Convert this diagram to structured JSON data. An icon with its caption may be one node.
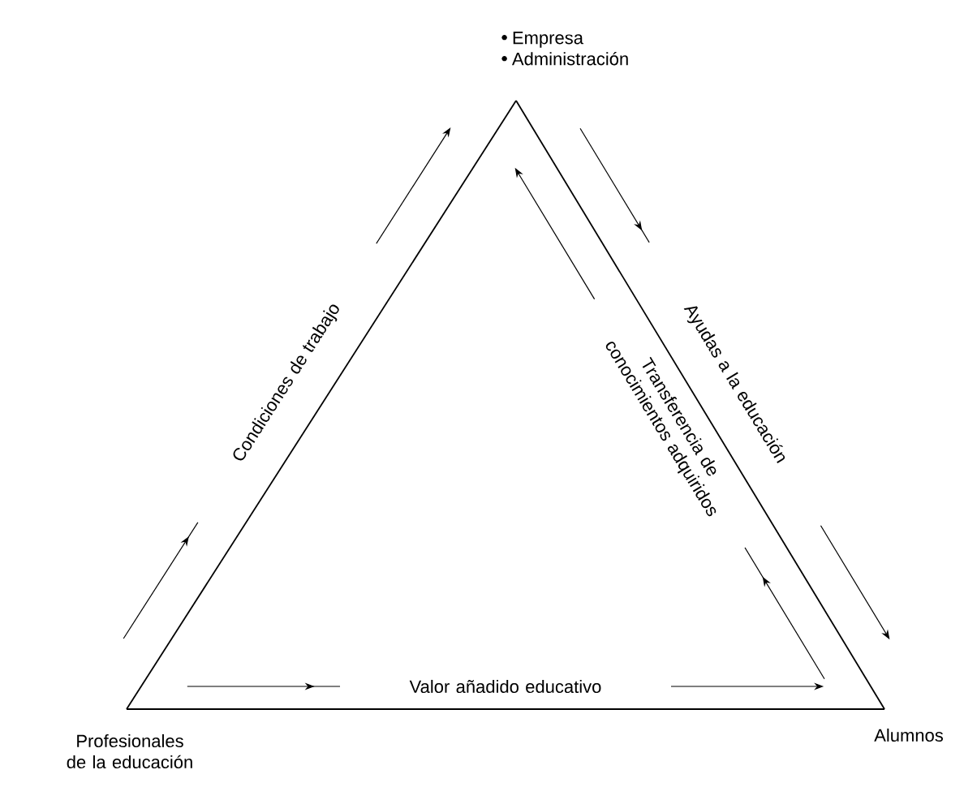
{
  "diagram": {
    "nodes": [
      {
        "text": [
          "Empresa",
          "Administración"
        ]
      },
      {
        "text": [
          "Profesionales de la educación"
        ]
      },
      {
        "text": [
          "Alumnos"
        ]
      }
    ],
    "edges": [
      {
        "from": 1,
        "to": 0,
        "arrow": "none"
      },
      {
        "from": 0,
        "to": 2,
        "arrow": "none"
      },
      {
        "from": 1,
        "to": 2,
        "arrow": "none"
      },
      {
        "from": 1,
        "to": 0,
        "arrow": "to",
        "label": "Condiciones de trabajo"
      },
      {
        "from": 0,
        "to": 2,
        "arrow": "to",
        "label": "Ayudas a la educación"
      },
      {
        "from": 2,
        "to": 0,
        "arrow": "to",
        "label": "Transferencia de conocimientos adquiridos"
      },
      {
        "from": 1,
        "to": 2,
        "arrow": "to",
        "label": "Valor añadido educativo"
      }
    ]
  }
}
